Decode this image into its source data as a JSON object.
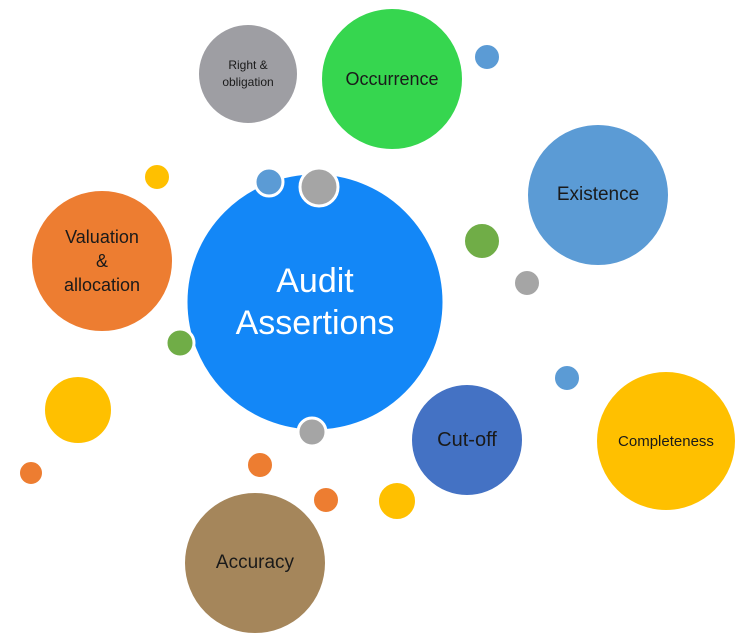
{
  "diagram": {
    "center": {
      "label": "Audit\nAssertions",
      "color": "#1387F7"
    },
    "assertions": [
      {
        "key": "right_obligation",
        "label": "Right &\nobligation",
        "color": "#9E9EA3"
      },
      {
        "key": "occurrence",
        "label": "Occurrence",
        "color": "#36D64F"
      },
      {
        "key": "existence",
        "label": "Existence",
        "color": "#5B9BD5"
      },
      {
        "key": "valuation_allocation",
        "label": "Valuation\n&\nallocation",
        "color": "#ED7D31"
      },
      {
        "key": "completeness",
        "label": "Completeness",
        "color": "#FFC000"
      },
      {
        "key": "cut_off",
        "label": "Cut-off",
        "color": "#4472C4"
      },
      {
        "key": "accuracy",
        "label": "Accuracy",
        "color": "#A5865B"
      }
    ],
    "decor_colors": {
      "blue": "#5B9BD5",
      "gray": "#A5A5A5",
      "green": "#70AD47",
      "yellow": "#FFC000",
      "orange": "#ED7D31"
    }
  }
}
